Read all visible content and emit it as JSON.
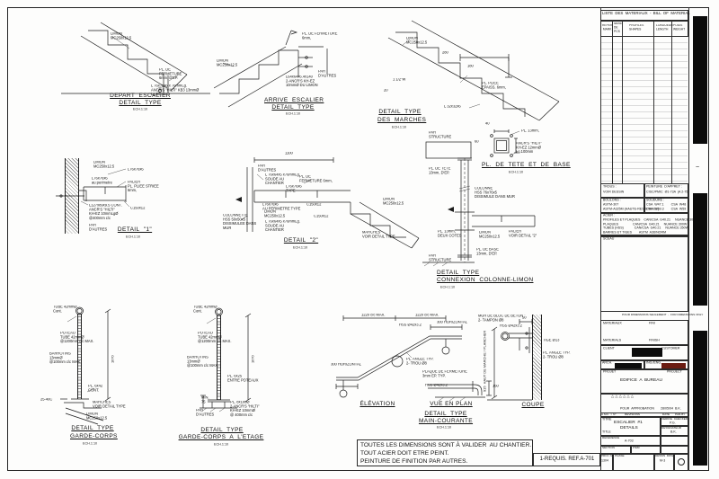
{
  "sheet": {
    "note1": "TOUTES LES DIMENSIONS SONT À VALIDER  AU CHANTIER.",
    "note2": "TOUT ACIER DOIT ETRE PEINT.",
    "note3": "PEINTURE DE FINITION PAR AUTRES.",
    "requis": "1-REQUIS. REF.A-701",
    "fold_tilde": "~"
  },
  "details": {
    "depart": {
      "title1": "DEPART  ESCALIER",
      "title2": "DETAIL  TYPE",
      "scale": "ECH.1:10",
      "limon": "LIMON\nMC250x12.5",
      "fermeture": "PL. DE\nFERMETURE\n6mm, D'EP.",
      "ancrage": "L 76x76x6 x 76mmLg.\nANCR'S \"HILTI\" KB3  13mmØ\nLg.80mm"
    },
    "arrive": {
      "title1": "ARRIVE  ESCALIER",
      "title2": "DETAIL  TYPE",
      "scale": "ECH.1:10",
      "fermeture": "PL. DE FERMETURE\n6mm,",
      "limon": "LIMON\nMC250x12.5",
      "angle": "L64x64x6.4x140\n2-ANCR'S KH-EZ\n10mmØ DU LIMON",
      "par_autres": "PAR\nD'AUTRES"
    },
    "marches": {
      "title1": "DETAIL  TYPE",
      "title2": "DES  MARCHES",
      "scale": "ECH.1:10",
      "limon": "LIMON\nMC250x12.5",
      "pl_pliee": "PL. PLIEE\nEPAISS. 6mm,",
      "angle": "L 32x32x6",
      "weld": "1 1/2\"W",
      "dim280": "280",
      "dim180": "180",
      "dim20": "20"
    },
    "d1": {
      "title": "DETAIL  \"1\"",
      "scale": "ECH.1:10",
      "limon": "LIMON\nMC250x12.5",
      "l76p": "L76x76x6\nau perimetre",
      "l76": "L76x76x6",
      "palier": "PALIER\nPL. PLIEE STRIEE\n6mm,",
      "c150": "C150x12",
      "ancrage": "L127x89x9.5 CONT.\nANCR'S \"HILTI\"\nKH-EZ 10mmLgØ\n@400mm c/c",
      "par_autres": "PAR\nD'AUTRES"
    },
    "d2": {
      "title": "DETAIL  \"2\"",
      "scale": "ECH.1:10",
      "dim1100": "1100",
      "par_autres": "PAR\nD'AUTRES",
      "angle_h": "L 76x64x5 x76mmLg.\nSOUDE AU\nCHANTIER",
      "fermeture": "PL. DE\nFERMETURE  6mm,",
      "l76t": "L76x76x6\nTYPE",
      "l76p": "L76x76x6\nAU PERIMETRE TYPE",
      "limon": "LIMON\nMC250x12.5",
      "c150a": "C150x12",
      "c150b": "C150x12",
      "angle_b": "L 76x64x5 x76mmLg.\nSOUDE AU\nCHANTIER",
      "limon2": "LIMON\nMC250x12.5",
      "marches": "MARCHES\nVOIR DETAIL TYPE",
      "colonnette": "COLONNETTE\nHSS 50x50x5\nDISSIMULEE DANS\nMUR"
    },
    "tete": {
      "title": "PL.  DE  TETE  ET  DE  BASE",
      "scale": "ECH.1:10",
      "pl13": "PL. 13mm,",
      "ancrage": "ANCR'S \"HILTI\"\nKH-EZ 12mmØ\nLg.100mm",
      "dim40": "40",
      "dim60": "60"
    },
    "connexion": {
      "title1": "DETAIL  TYPE",
      "title2": "CONNEXION  COLONNE-LIMON",
      "scale": "ECH.1:10",
      "struct_h": "PAR\nSTRUCTURE",
      "pl_tete": "PL. DE TETE\n13mm, D'EP.",
      "colonne": "COLONNE\nHSS 76x76x5\nDISSIMULE  DANS  MUR",
      "pl13": "PL. 13mm,\nDEUX COTES",
      "limon": "LIMON\nMC250x12.5",
      "palier": "PALIER\nVOIR DETAIL \"2\"",
      "pl_base": "PL. DE BASE\n13mm, D'EP.",
      "struct_b": "PAR\nSTRUCTURE"
    },
    "gc": {
      "title1": "DETAIL  TYPE",
      "title2": "GARDE-CORPS",
      "scale": "ECH.1:10",
      "tube": "TUBE 42mmØ\nCont.",
      "poteau": "POTEAU\nTUBE 42mmØ\n@1200mm c/c  MAX.",
      "barrotins": "BARROTINS\n13mmØ\n@100mm c/c  MAX.",
      "pl": "PL. 6x42\nCONT.",
      "marches": "MARCHES\nVOIR DETAIL TYPE",
      "limon": "LIMON\nMC250x12.5",
      "dim1070": "1070",
      "dim25": "25-40C"
    },
    "gce": {
      "title1": "DETAIL  TYPE",
      "title2": "GARDE-CORPS  A  L'ETAGE",
      "scale": "ECH.1:10",
      "tube": "TUBE 42mmØ\nCont.",
      "poteau": "POTEAU\nTUBE 42mmØ\n@1200mm c/c  MAX.",
      "barrotins": "BARROTINS\n13mmØ\n@100mm c/c  MAX.",
      "pl": "PL. 6x25\nENTRE POTEAUX",
      "base": "PL. 8x100Ø\n2-ANCR'S \"HILTI\"\nKH-EZ 10mmØ\n@ 400mm c/c",
      "par_autres": "PAR\nD'AUTRES",
      "dim1070": "1070",
      "dim_min": "MIN.\n75"
    },
    "mc": {
      "t_elev": "ÉLÉVATION",
      "t_plan": "VUE EN PLAN",
      "title1": "DETAIL  TYPE",
      "title2": "MAIN-COURANTE",
      "scale": "ECH.1:10",
      "dim1220a": "1220 c/c  MAX.",
      "dim1220b": "1220 c/c  MAX.",
      "hss": "HSS  Ø42x3.2",
      "horiz_a": "300  HORIZONTAL",
      "horiz_b": "300  HORIZONTAL",
      "pl_angle": "PL. ANGLE TYP.\n2- TROU Ø8",
      "plaque": "PLAQUE DE FERMETURE\n3mm EP. TYP.",
      "hss2": "HSS Ø42x3.2",
      "dim150": "150"
    },
    "coupe": {
      "title": "COUPE",
      "mur": "MUR DE BLOC DE BETON :\n2- TAMPON Ø8",
      "hss": "HSS Ø42x3.2",
      "dim50": "50",
      "tige": "TIGE Ø13",
      "pl_angle": "PL. ANGLE TYP.\n2- TROU Ø8",
      "dim915": "915  HAUT DE MARCHE / PLANCHER"
    }
  },
  "material_list": {
    "title": "LISTE  DES  MATERIAUX  -  BILL  OF  MATERIAL",
    "col1": "REPER\nMARK",
    "col2": "NBRE\nDE\nPCS",
    "col3": "PROFILES\nSHAPES",
    "col4": "LONGUEUR\nLENGTH",
    "col5": "POIDS\nWEIGHT"
  },
  "specs": {
    "trous_l": "TROUS :",
    "trous_v": "VOIR DESSIN",
    "peinture_l": "PEINTURE  D'APPRET :",
    "peinture_v": "CISC/PMIC  Ø1-73A  (A 2-75",
    "boulons_l": "BOULONS :",
    "boulons_v1": "ASTM-307",
    "boulons_v2": "ASTM-A325M (HAUTE-RESISTANCE)",
    "soudure_l": "SOUDURE :",
    "soudure_v1": "CSA  W47.1        CSA  W48",
    "soudure_v2": "CSA  W59.3        CSA  W59",
    "acier_l": "ACIER :",
    "acier1": "PROFILES ET PLAQUES    CAN/CSA  G40.21     NUANCE 300W",
    "acier2": "PLAQUES                CAN/CSA  G40.21     NUANCE 300W",
    "acier3": "TUBES (HSS)            CAN/CSA  G40.21     NUANCE 350W",
    "acier4": "BARRES ET TIGES        ASTM  A36/NORM",
    "sceau": "SCEAU"
  },
  "title_block": {
    "dim_note": "POUR DIMENSIONS SEULEMENT  -  FOR DIMENSIONS ONLY",
    "materiaux": "MATERIAUX",
    "fini": "FINI",
    "materials": "MATERIALS",
    "finish": "FINISH",
    "client": "CLIENT",
    "customer": "CUSTOMER",
    "arch": "ARCH.",
    "ing": "ING./ENG.",
    "projet": "PROJET",
    "project": "PROJECT",
    "project_name": "EDIFICE  A  BUREAU",
    "rev_triangles": "△\n△\n△\n△\n△\n△",
    "rev_note": "POUR  APPROBATION",
    "rev_date": "28/05/04  B.K.",
    "amf": "A.M.F.  I  N°",
    "revisions": "REVISIONS",
    "date_l": "DATE",
    "par_by": "PAR-BY",
    "titre": "TITRE",
    "title_en": "TITLE",
    "title_line1": "ESCALIER  #1",
    "title_line2": "DETAILS",
    "verifie": "VERIFIE  CHECKED",
    "verifie_v": "P.G.",
    "dessinateur": "DESSINATEUR",
    "dessinateur_v": "B.K.",
    "reference": "REFERENCE",
    "reference_v": "A-703",
    "section": "SECTION",
    "item": "ITEM",
    "proj_l": "PROJ. N°",
    "proj_v": "1304",
    "phase": "PHASE",
    "dessin_l": "DESSIN  DWG",
    "dessin_v": "M-3"
  }
}
